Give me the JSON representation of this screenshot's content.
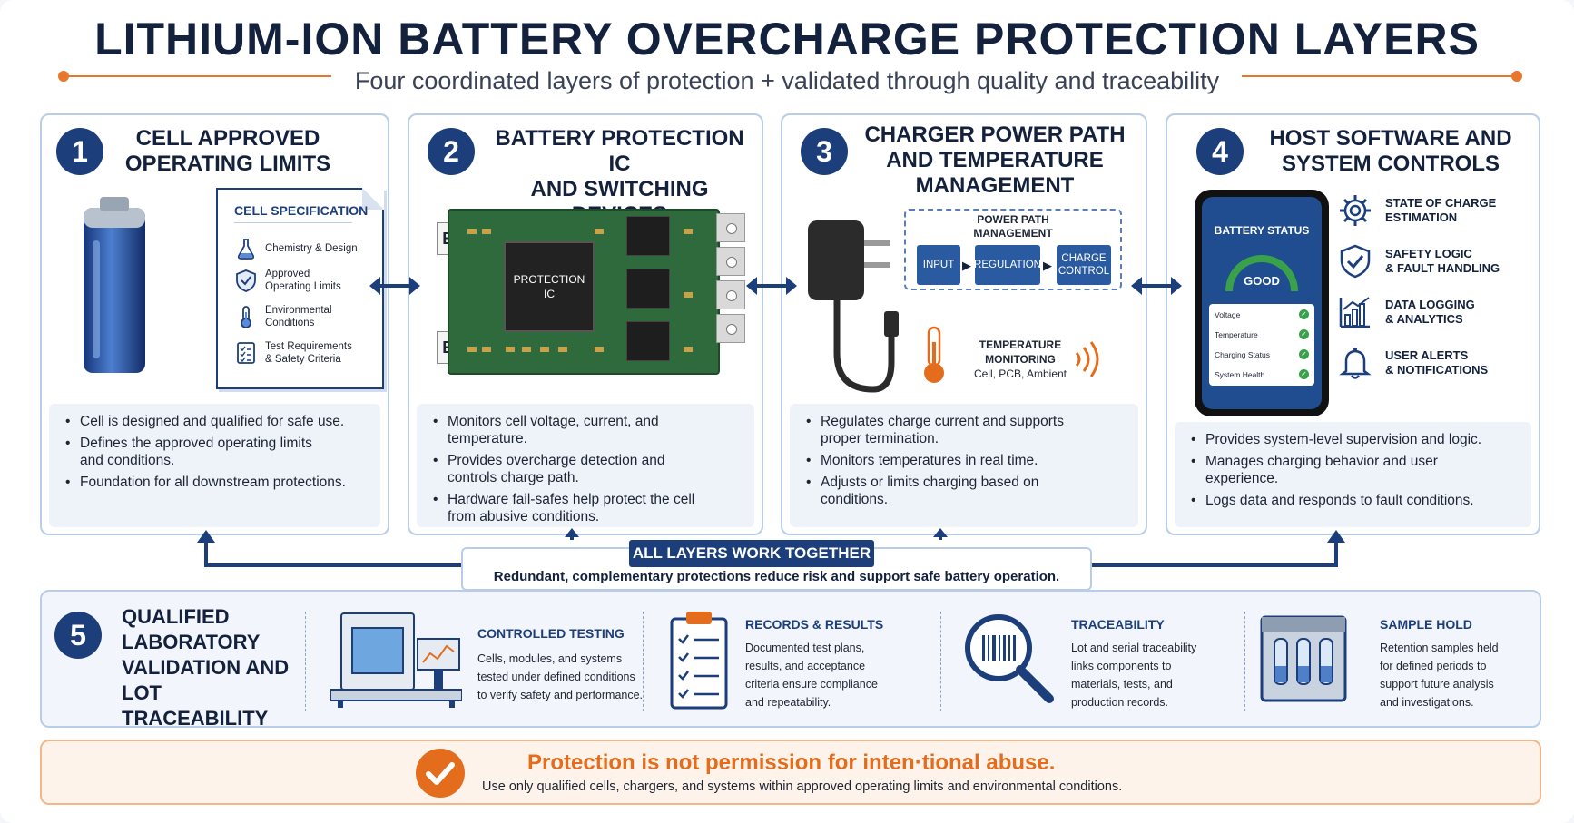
{
  "header": {
    "title": "LITHIUM-ION BATTERY OVERCHARGE PROTECTION LAYERS",
    "subtitle": "Four coordinated layers of protection + validated through quality and traceability"
  },
  "colors": {
    "navy": "#1c3f7c",
    "accent": "#e8772e",
    "border": "#b9cde6",
    "ok": "#3aa14b"
  },
  "layers": [
    {
      "number": "1",
      "title_line1": "CELL APPROVED",
      "title_line2": "OPERATING LIMITS",
      "spec": {
        "title": "CELL SPECIFICATION",
        "items": [
          {
            "icon": "flask-icon",
            "line1": "Chemistry & Design",
            "line2": ""
          },
          {
            "icon": "shield-check-icon",
            "line1": "Approved",
            "line2": "Operating Limits"
          },
          {
            "icon": "thermometer-icon",
            "line1": "Environmental",
            "line2": "Conditions"
          },
          {
            "icon": "checklist-icon",
            "line1": "Test Requirements",
            "line2": "& Safety Criteria"
          }
        ]
      },
      "bullets": [
        [
          "Cell is designed and qualified for safe use.",
          ""
        ],
        [
          "Defines the approved operating limits",
          "and conditions."
        ],
        [
          "Foundation for all downstream protections.",
          ""
        ]
      ]
    },
    {
      "number": "2",
      "title_line1": "BATTERY PROTECTION IC",
      "title_line2": "AND SWITCHING DEVICES",
      "ic_line1": "PROTECTION",
      "ic_line2": "IC",
      "terminal_pos": "B+",
      "terminal_neg": "B−",
      "bullets": [
        [
          "Monitors cell voltage, current, and",
          "temperature."
        ],
        [
          "Provides overcharge detection and",
          "controls charge path."
        ],
        [
          "Hardware fail-safes help protect the cell",
          "from abusive conditions."
        ]
      ]
    },
    {
      "number": "3",
      "title_line1": "CHARGER POWER PATH",
      "title_line2": "AND TEMPERATURE",
      "title_line3": "MANAGEMENT",
      "power_path": {
        "title_line1": "POWER PATH",
        "title_line2": "MANAGEMENT",
        "steps": [
          {
            "line1": "INPUT",
            "line2": ""
          },
          {
            "line1": "REGULATION",
            "line2": ""
          },
          {
            "line1": "CHARGE",
            "line2": "CONTROL"
          }
        ]
      },
      "temperature": {
        "line1": "TEMPERATURE",
        "line2": "MONITORING",
        "sub": "Cell, PCB, Ambient"
      },
      "bullets": [
        [
          "Regulates charge current and supports",
          "proper termination."
        ],
        [
          "Monitors temperatures in real time.",
          ""
        ],
        [
          "Adjusts or limits charging based on",
          "conditions."
        ]
      ]
    },
    {
      "number": "4",
      "title_line1": "HOST SOFTWARE AND",
      "title_line2": "SYSTEM CONTROLS",
      "phone": {
        "title": "BATTERY STATUS",
        "state": "GOOD",
        "rows": [
          "Voltage",
          "Temperature",
          "Charging Status",
          "System Health"
        ]
      },
      "features": [
        {
          "icon": "gear-icon",
          "line1": "STATE OF CHARGE",
          "line2": "ESTIMATION"
        },
        {
          "icon": "shield-check-icon",
          "line1": "SAFETY LOGIC",
          "line2": "& FAULT HANDLING"
        },
        {
          "icon": "bar-chart-icon",
          "line1": "DATA LOGGING",
          "line2": "& ANALYTICS"
        },
        {
          "icon": "bell-icon",
          "line1": "USER ALERTS",
          "line2": "& NOTIFICATIONS"
        }
      ],
      "bullets": [
        [
          "Provides system-level supervision and logic.",
          ""
        ],
        [
          "Manages charging behavior and user",
          "experience."
        ],
        [
          "Logs data and responds to fault conditions.",
          ""
        ]
      ]
    }
  ],
  "together": {
    "label": "ALL LAYERS WORK TOGETHER",
    "text": "Redundant, complementary protections reduce risk and support safe battery operation."
  },
  "validation": {
    "number": "5",
    "title_lines": [
      "QUALIFIED",
      "LABORATORY",
      "VALIDATION AND",
      "LOT TRACEABILITY"
    ],
    "items": [
      {
        "icon": "test-chamber-icon",
        "title": "CONTROLLED TESTING",
        "lines": [
          "Cells, modules, and systems",
          "tested under defined conditions",
          "to verify safety and performance."
        ]
      },
      {
        "icon": "clipboard-icon",
        "title": "RECORDS & RESULTS",
        "lines": [
          "Documented test plans,",
          "results, and acceptance",
          "criteria ensure compliance",
          "and repeatability."
        ]
      },
      {
        "icon": "barcode-magnifier-icon",
        "title": "TRACEABILITY",
        "lines": [
          "Lot and serial traceability",
          "links components to",
          "materials, tests, and",
          "production records."
        ]
      },
      {
        "icon": "sample-rack-icon",
        "title": "SAMPLE HOLD",
        "lines": [
          "Retention samples held",
          "for defined periods to",
          "support future analysis",
          "and investigations."
        ]
      }
    ]
  },
  "footer": {
    "headline": "Protection is not permission for inten·tional abuse.",
    "text": "Use only qualified cells, chargers, and systems within approved operating limits and environmental conditions."
  }
}
